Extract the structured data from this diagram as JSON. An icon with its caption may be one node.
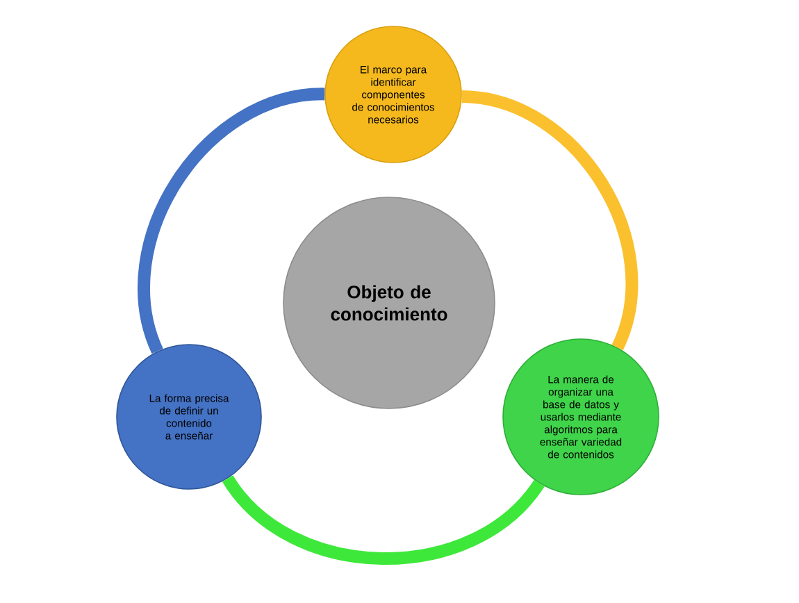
{
  "diagram": {
    "nodes": [
      {
        "text": [
          "El marco para identificar componentes de conocimientos necesarios"
        ]
      },
      {
        "text": [
          "Objeto de conocimiento"
        ]
      },
      {
        "text": [
          "La forma precisa de definir un contenido a enseñar"
        ]
      },
      {
        "text": [
          "La manera de organizar una base de datos y usarlos mediante algoritmos para enseñar variedad de contenidos"
        ]
      }
    ],
    "edges": [
      {
        "from": 0,
        "to": 3,
        "arrow": "none",
        "color": "#fbc02d"
      },
      {
        "from": 3,
        "to": 2,
        "arrow": "none",
        "color": "#3ee83a"
      },
      {
        "from": 2,
        "to": 0,
        "arrow": "none",
        "color": "#4472c4"
      }
    ]
  }
}
